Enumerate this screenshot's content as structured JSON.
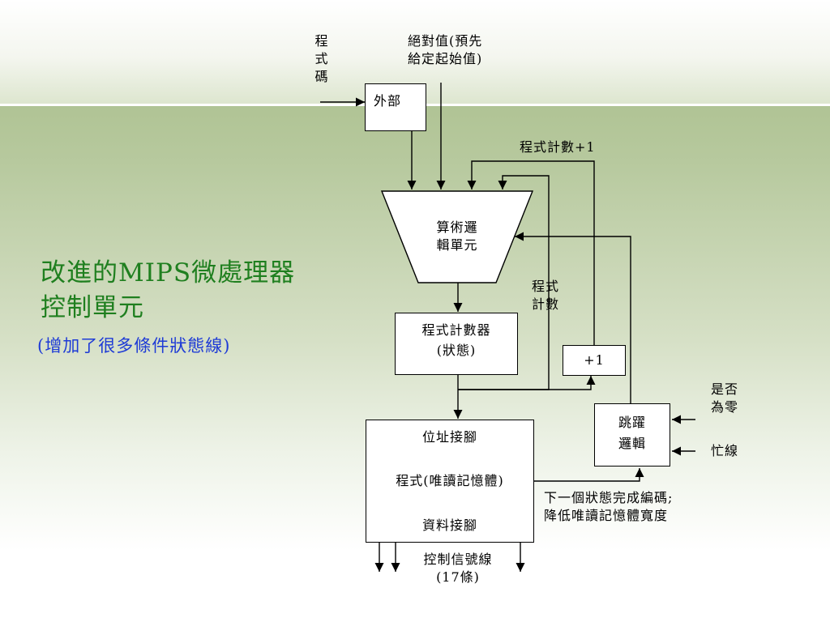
{
  "slide": {
    "title_line1": "改進的MIPS微處理器",
    "title_line2": "控制單元",
    "subtitle": "(增加了很多條件狀態線)"
  },
  "diagram": {
    "input_program_code": [
      "程",
      "式",
      "碼"
    ],
    "input_absolute_value": [
      "絕對值(預先",
      "給定起始值)"
    ],
    "external_box": "外部",
    "pc_plus_one_label": "程式計數+1",
    "alu_label": [
      "算術邏",
      "輯單元"
    ],
    "program_count_label": [
      "程式",
      "計數"
    ],
    "program_counter_box": [
      "程式計數器",
      "(狀態)"
    ],
    "plus_one_box": "+1",
    "is_zero_label": [
      "是否",
      "為零"
    ],
    "busy_label": "忙線",
    "jump_logic_box": [
      "跳躍",
      "邏輯"
    ],
    "rom_box": {
      "address_pins": "位址接腳",
      "program_rom": "程式(唯讀記憶體)",
      "data_pins": "資料接腳"
    },
    "next_state_note": [
      "下一個狀態完成編碼;",
      "降低唯讀記憶體寬度"
    ],
    "control_lines_label": [
      "控制信號線",
      "(17條)"
    ]
  },
  "colors": {
    "title": "#1f7f1f",
    "subtitle": "#1e3bd6",
    "background_green": "#a3b983"
  }
}
